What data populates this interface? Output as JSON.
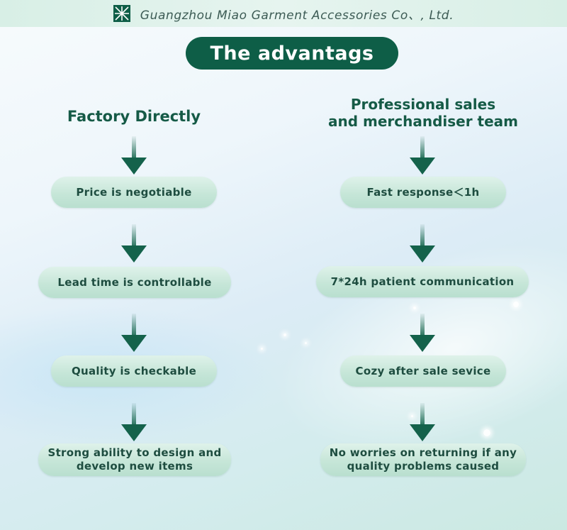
{
  "header": {
    "company": "Guangzhou Miao Garment Accessories Co、, Ltd.",
    "title": "The advantags"
  },
  "left": {
    "heading": [
      "Factory Directly"
    ],
    "items": [
      [
        "Price is negotiable"
      ],
      [
        "Lead time is controllable"
      ],
      [
        "Quality is checkable"
      ],
      [
        "Strong ability to design and",
        "develop new items"
      ]
    ]
  },
  "right": {
    "heading": [
      "Professional sales",
      "and merchandiser team"
    ],
    "items": [
      [
        "Fast response＜1h"
      ],
      [
        "7*24h patient communication"
      ],
      [
        "Cozy after sale sevice"
      ],
      [
        "No worries on returning if any",
        "quality problems caused"
      ]
    ]
  },
  "colors": {
    "brand_green": "#0e5e47",
    "pill_fill": "#c6e6d8",
    "text_green": "#155a46"
  },
  "icons": [
    "logo-icon",
    "arrow-down-icon"
  ]
}
